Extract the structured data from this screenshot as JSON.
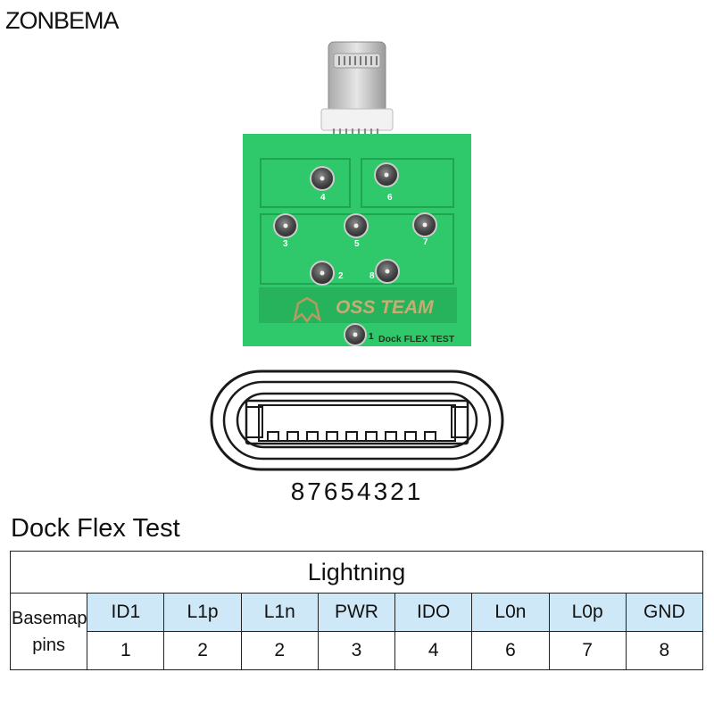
{
  "brand": "ZONBEMA",
  "board": {
    "logo_text": "OSS TEAM",
    "label": "Dock FLEX TEST",
    "pads": [
      {
        "label": "4"
      },
      {
        "label": "6"
      },
      {
        "label": "3"
      },
      {
        "label": "5"
      },
      {
        "label": "7"
      },
      {
        "label": "2"
      },
      {
        "label": "8"
      },
      {
        "label": "1"
      }
    ]
  },
  "pin_sequence": "87654321",
  "section_title": "Dock Flex Test",
  "table": {
    "header": "Lightning",
    "row_label_line1": "Basemap",
    "row_label_line2": "pins",
    "signals": [
      "ID1",
      "L1p",
      "L1n",
      "PWR",
      "IDO",
      "L0n",
      "L0p",
      "GND"
    ],
    "numbers": [
      "1",
      "2",
      "2",
      "3",
      "4",
      "6",
      "7",
      "8"
    ],
    "signal_bg": "#cfe8f7"
  },
  "colors": {
    "pcb": "#2fc86a",
    "pcb_dark": "#1fa552",
    "gold": "#b59a62"
  }
}
